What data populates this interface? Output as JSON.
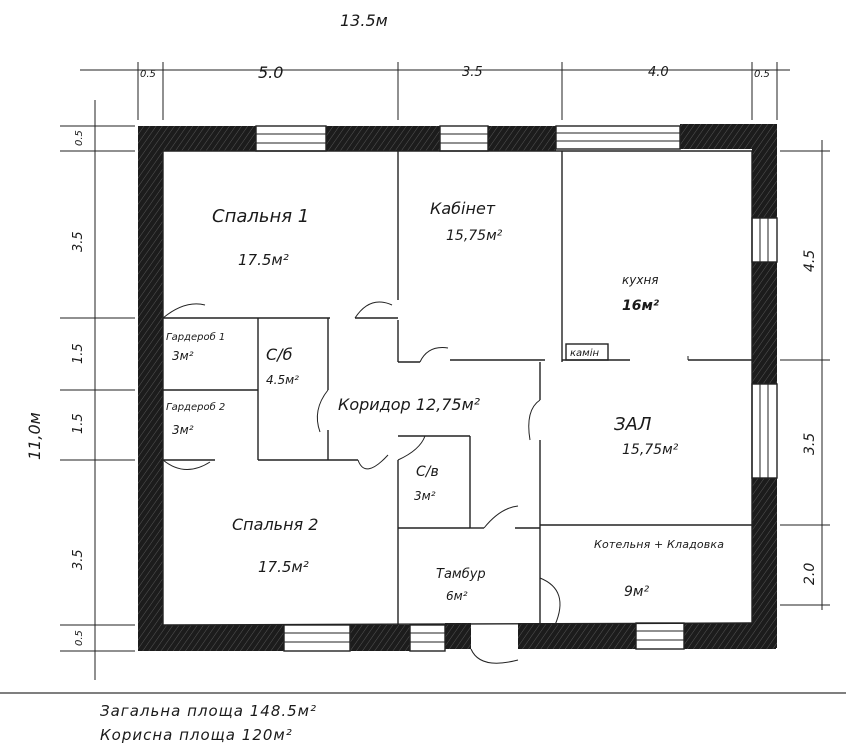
{
  "dimensions": {
    "overall_width": "13.5м",
    "overall_height": "11,0м",
    "top": [
      "0.5",
      "5.0",
      "3.5",
      "4.0",
      "0.5"
    ],
    "left": [
      "0.5",
      "3.5",
      "1.5",
      "1.5",
      "3.5",
      "0.5"
    ],
    "right": [
      "4.5",
      "3.5",
      "2.0"
    ]
  },
  "rooms": {
    "bedroom1": {
      "name": "Спальня 1",
      "area": "17.5м²"
    },
    "office": {
      "name": "Кабінет",
      "area": "15,75м²"
    },
    "kitchen": {
      "name": "кухня",
      "area": "16м²"
    },
    "fireplace": {
      "name": "камін"
    },
    "wardrobe1": {
      "name": "Гардероб 1",
      "area": "3м²"
    },
    "wardrobe2": {
      "name": "Гардероб 2",
      "area": "3м²"
    },
    "bathroom1": {
      "name": "С/б",
      "area": "4.5м²"
    },
    "corridor": {
      "name": "Коридор 12,75м²"
    },
    "hall": {
      "name": "ЗАЛ",
      "area": "15,75м²"
    },
    "bathroom2": {
      "name": "С/в",
      "area": "3м²"
    },
    "bedroom2": {
      "name": "Спальня 2",
      "area": "17.5м²"
    },
    "vestibule": {
      "name": "Тамбур",
      "area": "6м²"
    },
    "boiler": {
      "name": "Котельня + Кладовка",
      "area": "9м²"
    }
  },
  "summary": {
    "total_area": "Загальна площа 148.5м²",
    "useful_area": "Корисна площа 120м²"
  }
}
